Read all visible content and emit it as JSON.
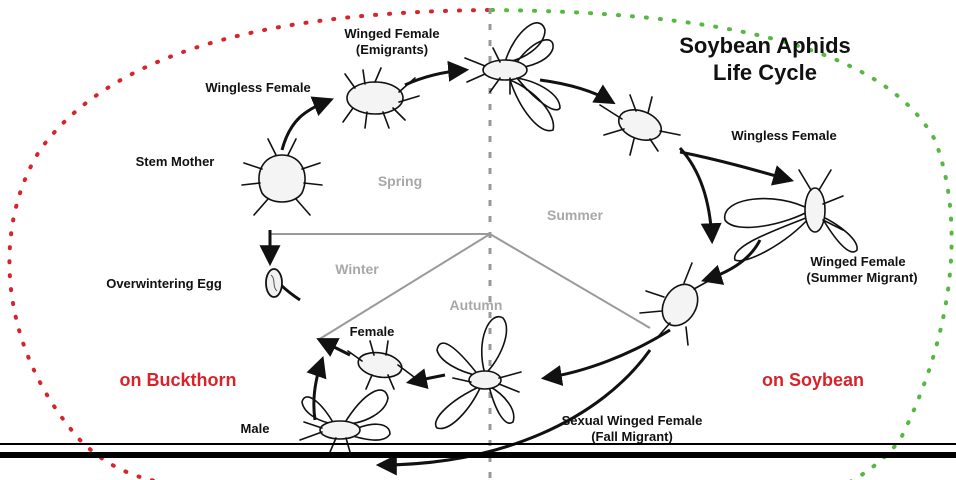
{
  "title_line1": "Soybean Aphids",
  "title_line2": "Life Cycle",
  "colors": {
    "buckthorn": "#d8232a",
    "soybean": "#d8232a",
    "dots_left": "#d8232a",
    "dots_right": "#55b840",
    "season_text": "#a8a8a8",
    "arrows": "#111111"
  },
  "seasons": {
    "spring": "Spring",
    "summer": "Summer",
    "autumn": "Autumn",
    "winter": "Winter"
  },
  "hosts": {
    "left": "on Buckthorn",
    "right": "on Soybean"
  },
  "stages": {
    "winged_female_emigrants_1": "Winged Female",
    "winged_female_emigrants_2": "(Emigrants)",
    "wingless_female_spring": "Wingless Female",
    "stem_mother": "Stem Mother",
    "wingless_female_summer": "Wingless Female",
    "winged_female_summer_1": "Winged Female",
    "winged_female_summer_2": "(Summer Migrant)",
    "overwintering_egg": "Overwintering Egg",
    "female": "Female",
    "male": "Male",
    "sexual_winged_female_1": "Sexual Winged Female",
    "sexual_winged_female_2": "(Fall Migrant)"
  }
}
